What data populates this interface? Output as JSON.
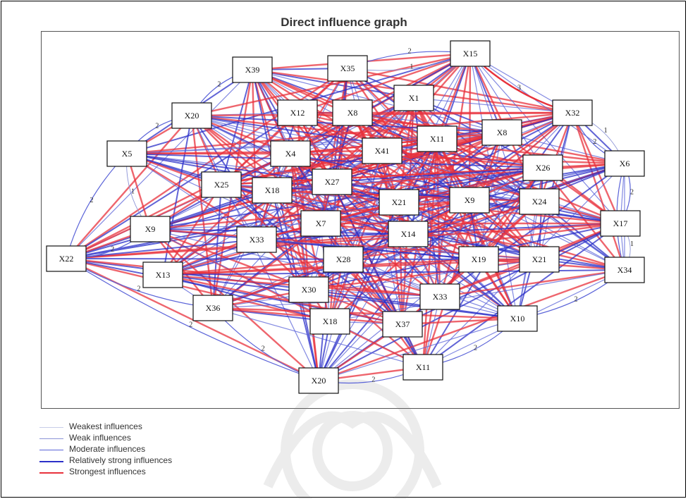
{
  "title": "Direct influence graph",
  "legend": [
    {
      "label": "Weakest influences",
      "color": "#c8cde8",
      "level": 0
    },
    {
      "label": "Weak influences",
      "color": "#8b93d6",
      "level": 1
    },
    {
      "label": "Moderate influences",
      "color": "#5a63d8",
      "level": 2
    },
    {
      "label": "Relatively strong influences",
      "color": "#2c30c8",
      "level": 3
    },
    {
      "label": "Strongest influences",
      "color": "#e8323c",
      "level": 4
    }
  ],
  "nodes": [
    {
      "id": "X39",
      "label": "X39"
    },
    {
      "id": "X35",
      "label": "X35"
    },
    {
      "id": "X15",
      "label": "X15"
    },
    {
      "id": "X1",
      "label": "X1"
    },
    {
      "id": "X12",
      "label": "X12"
    },
    {
      "id": "X8a",
      "label": "X8"
    },
    {
      "id": "X32",
      "label": "X32"
    },
    {
      "id": "X20a",
      "label": "X20"
    },
    {
      "id": "X8b",
      "label": "X8"
    },
    {
      "id": "X11a",
      "label": "X11"
    },
    {
      "id": "X5",
      "label": "X5"
    },
    {
      "id": "X4",
      "label": "X4"
    },
    {
      "id": "X41",
      "label": "X41"
    },
    {
      "id": "X6",
      "label": "X6"
    },
    {
      "id": "X26",
      "label": "X26"
    },
    {
      "id": "X25",
      "label": "X25"
    },
    {
      "id": "X18a",
      "label": "X18"
    },
    {
      "id": "X27",
      "label": "X27"
    },
    {
      "id": "X21a",
      "label": "X21"
    },
    {
      "id": "X9a",
      "label": "X9"
    },
    {
      "id": "X24",
      "label": "X24"
    },
    {
      "id": "X9b",
      "label": "X9"
    },
    {
      "id": "X7",
      "label": "X7"
    },
    {
      "id": "X17",
      "label": "X17"
    },
    {
      "id": "X14",
      "label": "X14"
    },
    {
      "id": "X33a",
      "label": "X33"
    },
    {
      "id": "X22",
      "label": "X22"
    },
    {
      "id": "X28",
      "label": "X28"
    },
    {
      "id": "X19",
      "label": "X19"
    },
    {
      "id": "X21b",
      "label": "X21"
    },
    {
      "id": "X34",
      "label": "X34"
    },
    {
      "id": "X13",
      "label": "X13"
    },
    {
      "id": "X30",
      "label": "X30"
    },
    {
      "id": "X33b",
      "label": "X33"
    },
    {
      "id": "X36",
      "label": "X36"
    },
    {
      "id": "X10",
      "label": "X10"
    },
    {
      "id": "X18b",
      "label": "X18"
    },
    {
      "id": "X37",
      "label": "X37"
    },
    {
      "id": "X11b",
      "label": "X11"
    },
    {
      "id": "X20b",
      "label": "X20"
    }
  ],
  "edges": [
    {
      "from": "X15",
      "to": "X32",
      "level": 4,
      "label": "3"
    },
    {
      "from": "X15",
      "to": "X35",
      "level": 2,
      "label": "2"
    },
    {
      "from": "X35",
      "to": "X15",
      "level": 1,
      "label": "1"
    },
    {
      "from": "X39",
      "to": "X20a",
      "level": 2,
      "label": "2"
    },
    {
      "from": "X20a",
      "to": "X5",
      "level": 2,
      "label": "2"
    },
    {
      "from": "X5",
      "to": "X22",
      "level": 2,
      "label": "2"
    },
    {
      "from": "X5",
      "to": "X9b",
      "level": 1,
      "label": "1"
    },
    {
      "from": "X22",
      "to": "X9b",
      "level": 2,
      "label": "2"
    },
    {
      "from": "X22",
      "to": "X36",
      "level": 2,
      "label": "2"
    },
    {
      "from": "X22",
      "to": "X20b",
      "level": 2,
      "label": "2"
    },
    {
      "from": "X36",
      "to": "X20b",
      "level": 2,
      "label": "2"
    },
    {
      "from": "X20b",
      "to": "X11b",
      "level": 2,
      "label": "2"
    },
    {
      "from": "X11b",
      "to": "X10",
      "level": 2,
      "label": "2"
    },
    {
      "from": "X10",
      "to": "X34",
      "level": 2,
      "label": "2"
    },
    {
      "from": "X34",
      "to": "X17",
      "level": 1,
      "label": "1"
    },
    {
      "from": "X17",
      "to": "X6",
      "level": 2,
      "label": "2"
    },
    {
      "from": "X6",
      "to": "X32",
      "level": 1,
      "label": "1"
    },
    {
      "from": "X6",
      "to": "X34",
      "level": 2,
      "label": "2"
    },
    {
      "from": "X32",
      "to": "X6",
      "level": 2,
      "label": "2"
    }
  ]
}
